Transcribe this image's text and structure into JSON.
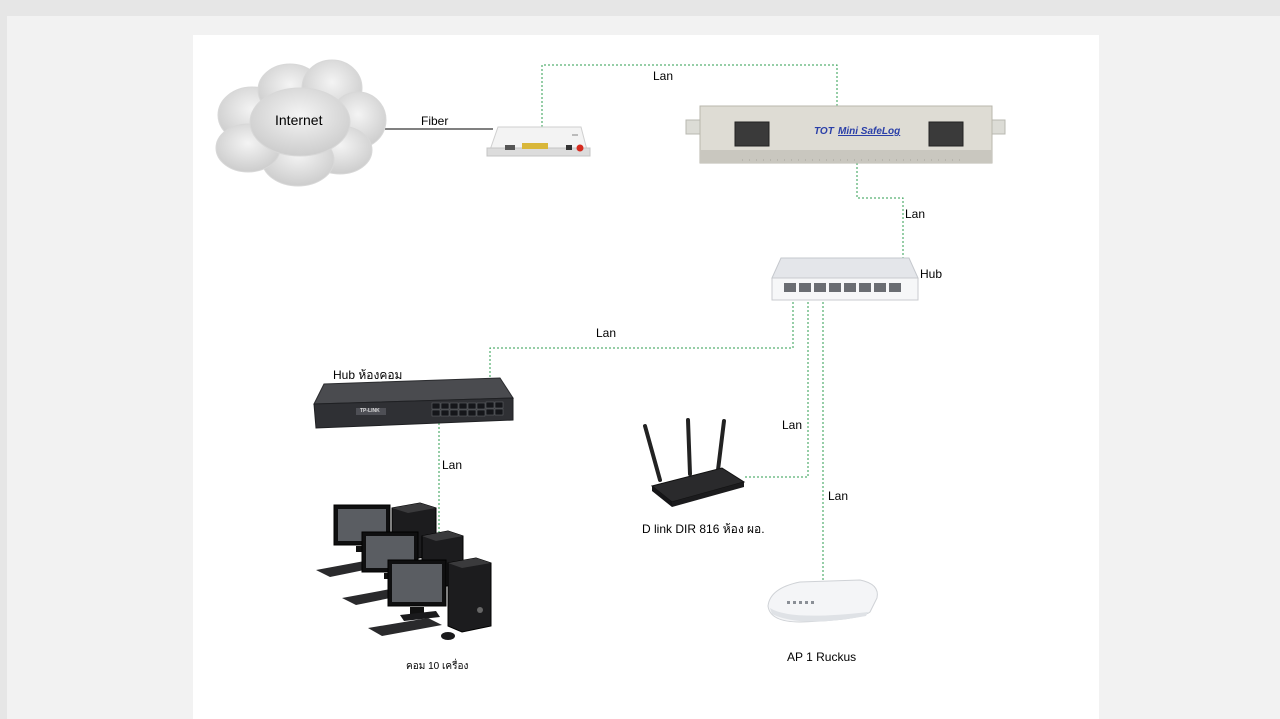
{
  "labels": {
    "internet": "Internet",
    "fiber": "Fiber",
    "lan_top": "Lan",
    "lan_safelog_hub": "Lan",
    "hub": "Hub",
    "lan_hub_left": "Lan",
    "hub_room": "Hub ห้องคอม",
    "lan_pc": "Lan",
    "lan_dlink": "Lan",
    "dlink": "D link DIR 816 ห้อง ผอ.",
    "lan_ap": "Lan",
    "ap": "AP 1 Ruckus",
    "pcs": "คอม 10 เครื่อง"
  },
  "device_text": {
    "safelog_brand": "TOT",
    "safelog_model": "Mini SafeLog",
    "switch_brand": "TP-LINK"
  },
  "colors": {
    "link_green": "#2e9e4f",
    "fiber_line": "#000000"
  }
}
